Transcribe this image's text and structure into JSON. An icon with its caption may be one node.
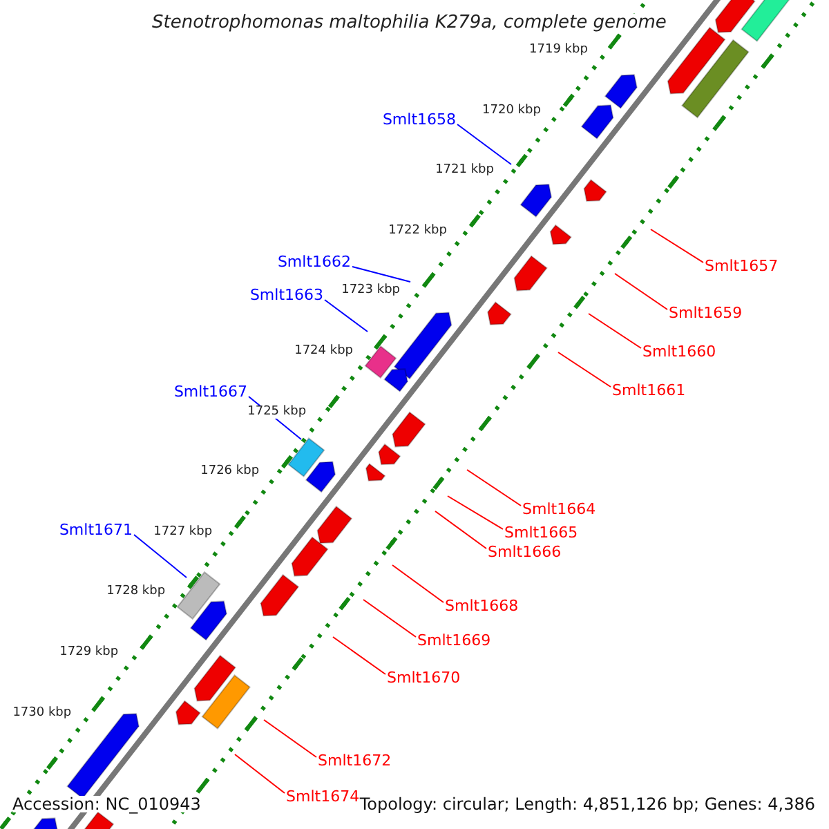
{
  "diagram": {
    "title": "Stenotrophomonas maltophilia K279a, complete genome",
    "nodes": [
      {
        "text": [
          "Smlt1658"
        ]
      },
      {
        "text": [
          "Smlt1662"
        ]
      },
      {
        "text": [
          "Smlt1657"
        ]
      },
      {
        "text": [
          "Smlt1663"
        ]
      },
      {
        "text": [
          "Smlt1659"
        ]
      },
      {
        "text": [
          "Smlt1660"
        ]
      },
      {
        "text": [
          "Smlt1661"
        ]
      },
      {
        "text": [
          "Smlt1667"
        ]
      },
      {
        "text": [
          "Smlt1664"
        ]
      },
      {
        "text": [
          "Smlt1671"
        ]
      },
      {
        "text": [
          "Smlt1665"
        ]
      },
      {
        "text": [
          "Smlt1666"
        ]
      },
      {
        "text": [
          "Smlt1668"
        ]
      },
      {
        "text": [
          "Smlt1669"
        ]
      },
      {
        "text": [
          "Smlt1670"
        ]
      },
      {
        "text": [
          "Smlt1672"
        ]
      },
      {
        "text": [
          "Smlt1674"
        ]
      }
    ],
    "edges": [
      {
        "from": 0,
        "to": null,
        "arrow": "none",
        "color": "#0000ff"
      },
      {
        "from": 1,
        "to": null,
        "arrow": "none",
        "color": "#0000ff"
      },
      {
        "from": 2,
        "to": null,
        "arrow": "none"
      },
      {
        "from": 3,
        "to": null,
        "arrow": "none",
        "color": "#0000ff"
      },
      {
        "from": 4,
        "to": null,
        "arrow": "none"
      },
      {
        "from": 5,
        "to": null,
        "arrow": "none"
      },
      {
        "from": 6,
        "to": null,
        "arrow": "none"
      },
      {
        "from": 7,
        "to": null,
        "arrow": "none",
        "color": "#0000ff"
      },
      {
        "from": 8,
        "to": null,
        "arrow": "none"
      },
      {
        "from": 9,
        "to": null,
        "arrow": "none",
        "color": "#0000ff"
      },
      {
        "from": 10,
        "to": null,
        "arrow": "none"
      },
      {
        "from": 11,
        "to": null,
        "arrow": "none"
      },
      {
        "from": 12,
        "to": null,
        "arrow": "none"
      },
      {
        "from": 13,
        "to": null,
        "arrow": "none"
      },
      {
        "from": 14,
        "to": null,
        "arrow": "none"
      },
      {
        "from": 15,
        "to": null,
        "arrow": "none"
      },
      {
        "from": 16,
        "to": null,
        "arrow": "none"
      }
    ],
    "labels": [
      "1719 kbp",
      "1720 kbp",
      "1721 kbp",
      "1722 kbp",
      "1723 kbp",
      "1724 kbp",
      "1725 kbp",
      "1726 kbp",
      "1727 kbp",
      "1728 kbp",
      "1729 kbp",
      "1730 kbp",
      "Accession: NC_010943",
      "Topology: circular; Length: 4,851,126 bp; Genes: 4,386"
    ]
  }
}
